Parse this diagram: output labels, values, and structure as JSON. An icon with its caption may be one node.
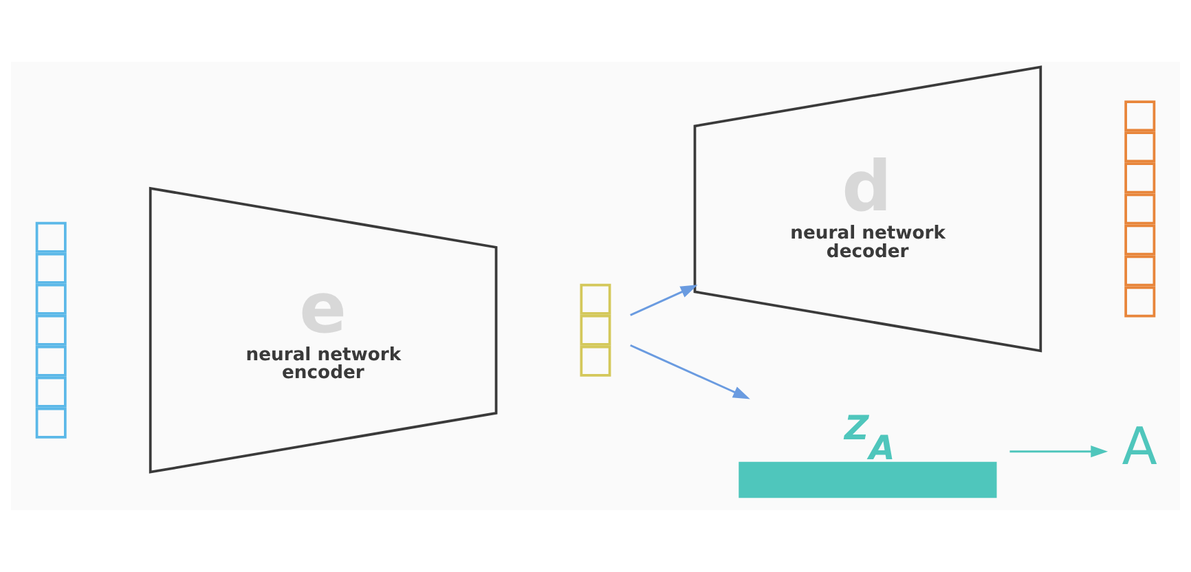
{
  "diagram": {
    "nodes": [
      {
        "text": [],
        "shape": "bar"
      },
      {
        "text": [
          "e",
          "neural network encoder"
        ]
      },
      {
        "text": [],
        "shape": "bar"
      },
      {
        "text": [
          "d",
          "neural network decoder"
        ]
      },
      {
        "text": [],
        "shape": "bar"
      },
      {
        "text": [
          "Z$_{A}$"
        ]
      },
      {
        "text": [
          "A"
        ]
      }
    ],
    "edges": [
      {
        "from": 2,
        "to": 3,
        "arrow": "to"
      },
      {
        "from": 2,
        "to": 5,
        "arrow": "to"
      },
      {
        "from": 5,
        "to": 6,
        "arrow": "to",
        "color": "#4fc6bc"
      }
    ]
  }
}
